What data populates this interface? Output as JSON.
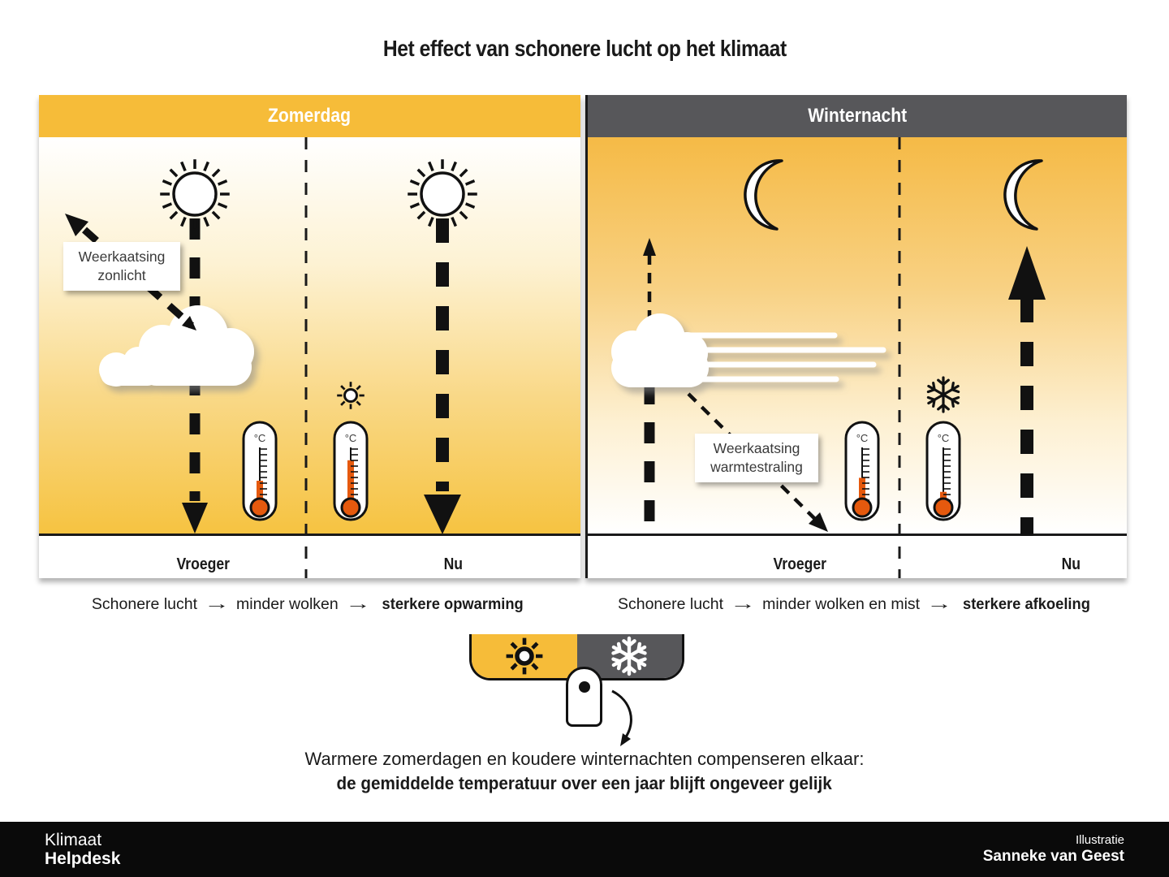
{
  "title": "Het effect van schonere lucht op het klimaat",
  "panels": {
    "zomerdag": {
      "header": "Zomerdag",
      "col_left_label": "Vroeger",
      "col_right_label": "Nu",
      "annotation": "Weerkaatsing zonlicht",
      "thermometer_vroeger_level": 0.43,
      "thermometer_nu_level": 0.78
    },
    "winternacht": {
      "header": "Winternacht",
      "col_left_label": "Vroeger",
      "col_right_label": "Nu",
      "annotation": "Weerkaatsing warmtestraling",
      "thermometer_vroeger_level": 0.48,
      "thermometer_nu_level": 0.24
    }
  },
  "thermometer_unit": "°C",
  "captions": {
    "arrow_glyph": "→",
    "zomerdag": {
      "step1": "Schonere lucht",
      "step2": "minder wolken",
      "step3": "sterkere opwarming"
    },
    "winternacht": {
      "step1": "Schonere lucht",
      "step2": "minder wolken en mist",
      "step3": "sterkere afkoeling"
    }
  },
  "conclusion": {
    "line1": "Warmere zomerdagen en koudere winternachten compenseren elkaar:",
    "line2": "de gemiddelde temperatuur over een jaar blijft ongeveer gelijk"
  },
  "footer": {
    "brand_line1": "Klimaat",
    "brand_line2": "Helpdesk",
    "credit_label": "Illustratie",
    "credit_name": "Sanneke van Geest"
  },
  "colors": {
    "summer_yellow": "#F6BC39",
    "winter_gray": "#57575A",
    "mercury_orange": "#E5590E",
    "footer_black": "#0A0A0A"
  }
}
